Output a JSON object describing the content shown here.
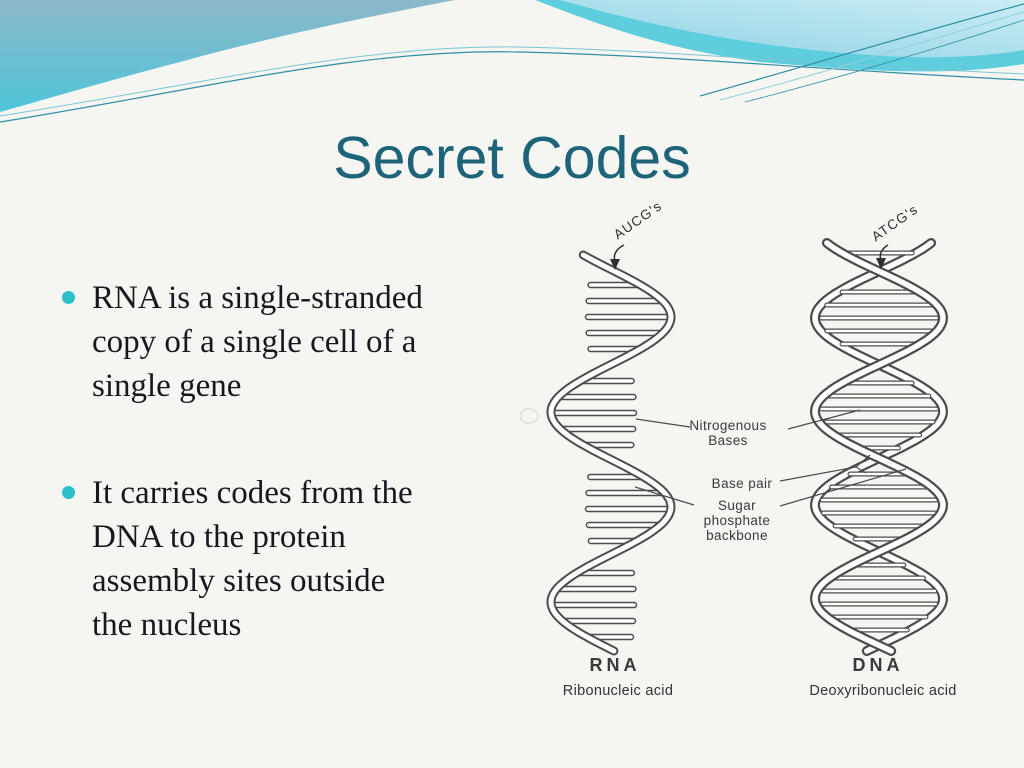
{
  "slide_title": "Secret Codes",
  "bullets": [
    {
      "lines": [
        "RNA is a single-stranded",
        "copy of a single cell of a",
        "single gene"
      ]
    },
    {
      "lines": [
        "It carries codes from the",
        "DNA to the protein",
        "assembly sites outside",
        "the nucleus"
      ]
    }
  ],
  "diagram": {
    "rna_strand_label": "AUCG's",
    "dna_strand_label": "ATCG's",
    "nitrogenous_line1": "Nitrogenous",
    "nitrogenous_line2": "Bases",
    "base_pair_label": "Base pair",
    "sugar_line1": "Sugar",
    "sugar_line2": "phosphate",
    "sugar_line3": "backbone",
    "rna_abbr": "RNA",
    "rna_full": "Ribonucleic acid",
    "dna_abbr": "DNA",
    "dna_full": "Deoxyribonucleic acid"
  },
  "colors": {
    "title": "#1d6379",
    "body_text": "#17171f",
    "bullet_marker": "#29c0ca",
    "header_teal": "#52c6d8",
    "header_stripe": "#5ecddd",
    "diagram_line": "#4c4c4c",
    "slide_background": "#f5f5f2"
  }
}
